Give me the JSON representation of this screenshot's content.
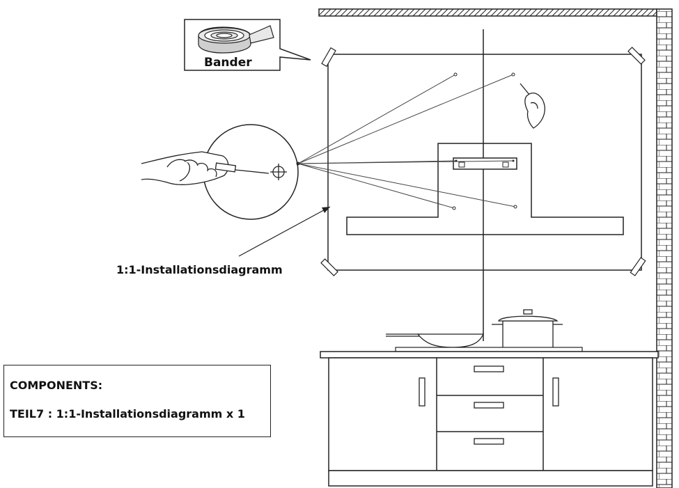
{
  "callout": {
    "label": "Bander"
  },
  "diagram": {
    "label": "1:1-Installationsdiagramm"
  },
  "components": {
    "title": "COMPONENTS:",
    "item": "TEIL7 : 1:1-Installationsdiagramm x 1"
  },
  "icons": [
    "tape-roll-icon",
    "drill-hand-icon",
    "pen-hand-icon",
    "cooking-pot-icon",
    "frying-pan-icon"
  ],
  "colors": {
    "line": "#222222",
    "background": "#ffffff"
  }
}
